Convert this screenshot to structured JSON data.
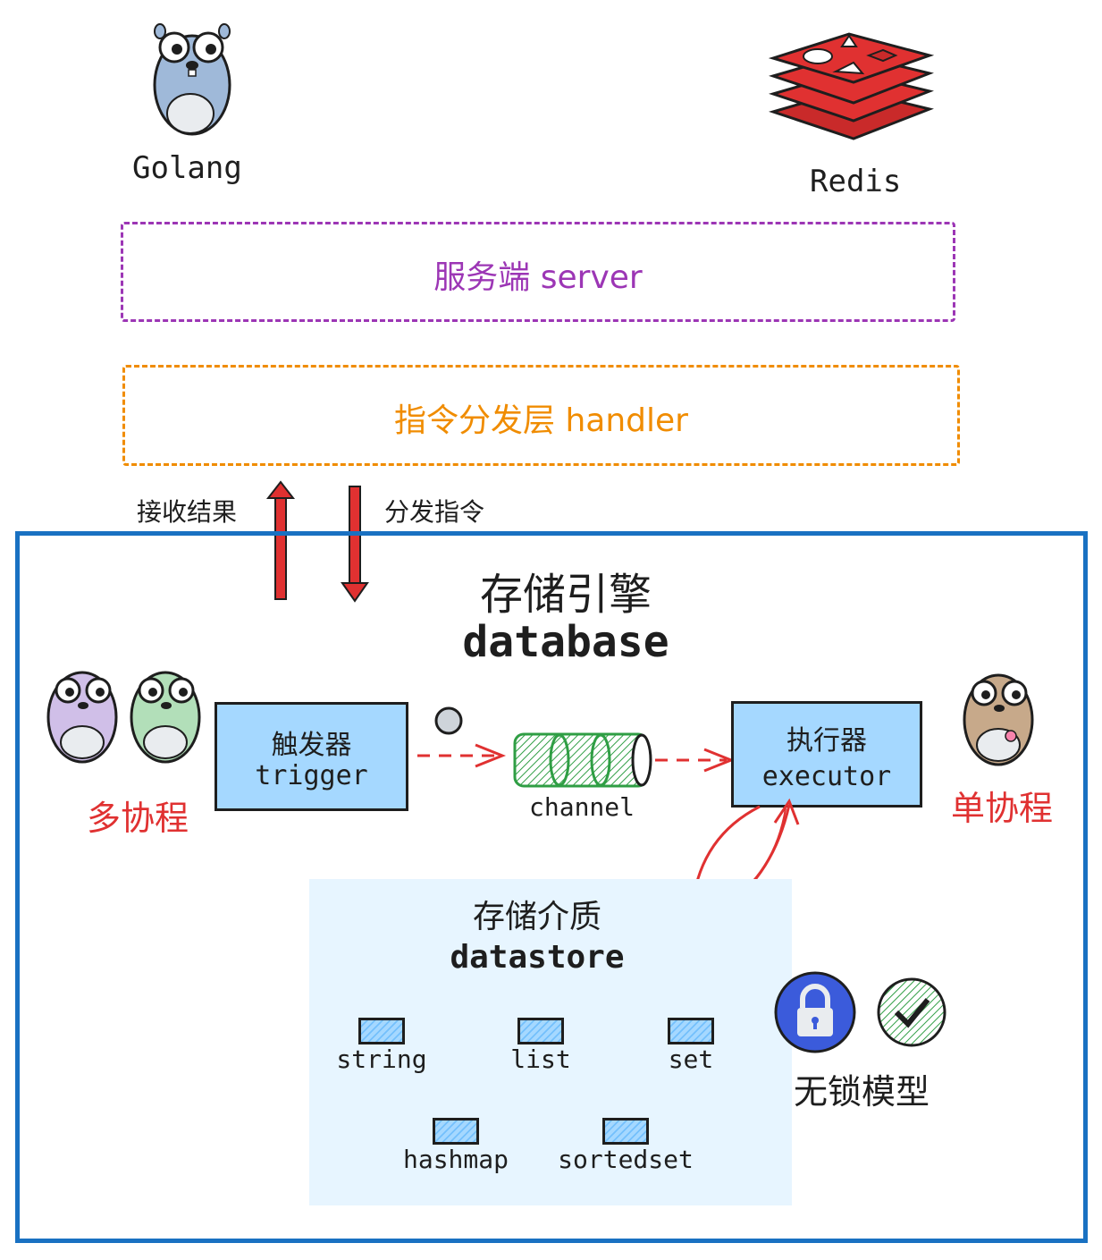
{
  "logos": {
    "golang_label": "Golang",
    "redis_label": "Redis"
  },
  "layers": {
    "server": {
      "label": "服务端 server",
      "color": "#9c36b5"
    },
    "handler": {
      "label": "指令分发层 handler",
      "color": "#f08c00"
    }
  },
  "arrows": {
    "receive_label": "接收结果",
    "dispatch_label": "分发指令"
  },
  "database": {
    "title_cn": "存储引擎",
    "title_en": "database",
    "border_color": "#1971c2"
  },
  "components": {
    "trigger_cn": "触发器",
    "trigger_en": "trigger",
    "channel_label": "channel",
    "executor_cn": "执行器",
    "executor_en": "executor",
    "multi_coroutine": "多协程",
    "single_coroutine": "单协程"
  },
  "datastore": {
    "title_cn": "存储介质",
    "title_en": "datastore",
    "items": [
      "string",
      "list",
      "set",
      "hashmap",
      "sortedset"
    ]
  },
  "lockfree": {
    "label": "无锁模型",
    "icons": [
      "lock-icon",
      "check-icon"
    ]
  },
  "colors": {
    "accent_red": "#e03131",
    "box_fill": "#a5d8ff",
    "datastore_fill": "#e7f5ff",
    "channel_green": "#2f9e44"
  }
}
